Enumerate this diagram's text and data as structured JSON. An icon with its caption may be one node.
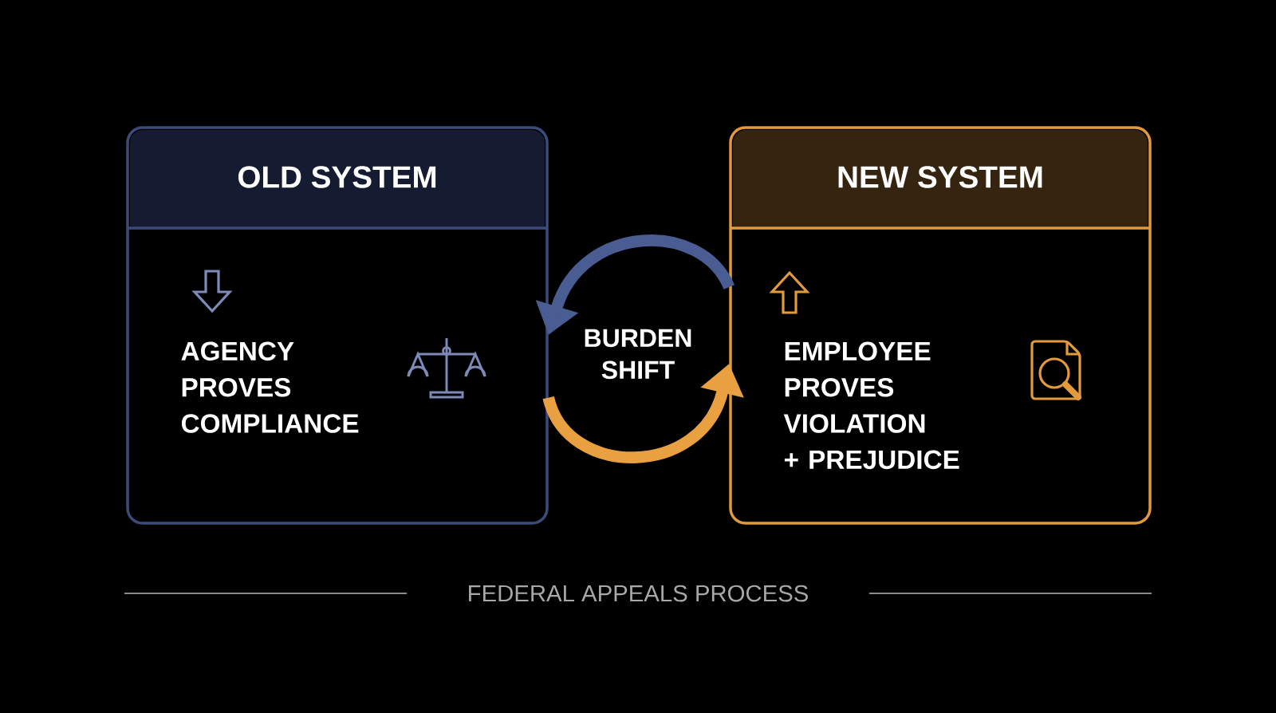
{
  "diagram": {
    "nodes": [
      {
        "text": [
          "OLD SYSTEM",
          "AGENCY PROVES COMPLIANCE"
        ]
      },
      {
        "text": [
          "NEW SYSTEM",
          "EMPLOYEE PROVES VIOLATION + PREJUDICE"
        ]
      },
      {
        "text": [
          "BURDEN SHIFT"
        ]
      }
    ],
    "edges": [
      {
        "from": 1,
        "to": 0,
        "arrow": "to",
        "color": "#4a5d92"
      },
      {
        "from": 0,
        "to": 1,
        "arrow": "to",
        "color": "#e8a040"
      }
    ],
    "labels": [
      "FEDERAL APPEALS PROCESS"
    ]
  }
}
